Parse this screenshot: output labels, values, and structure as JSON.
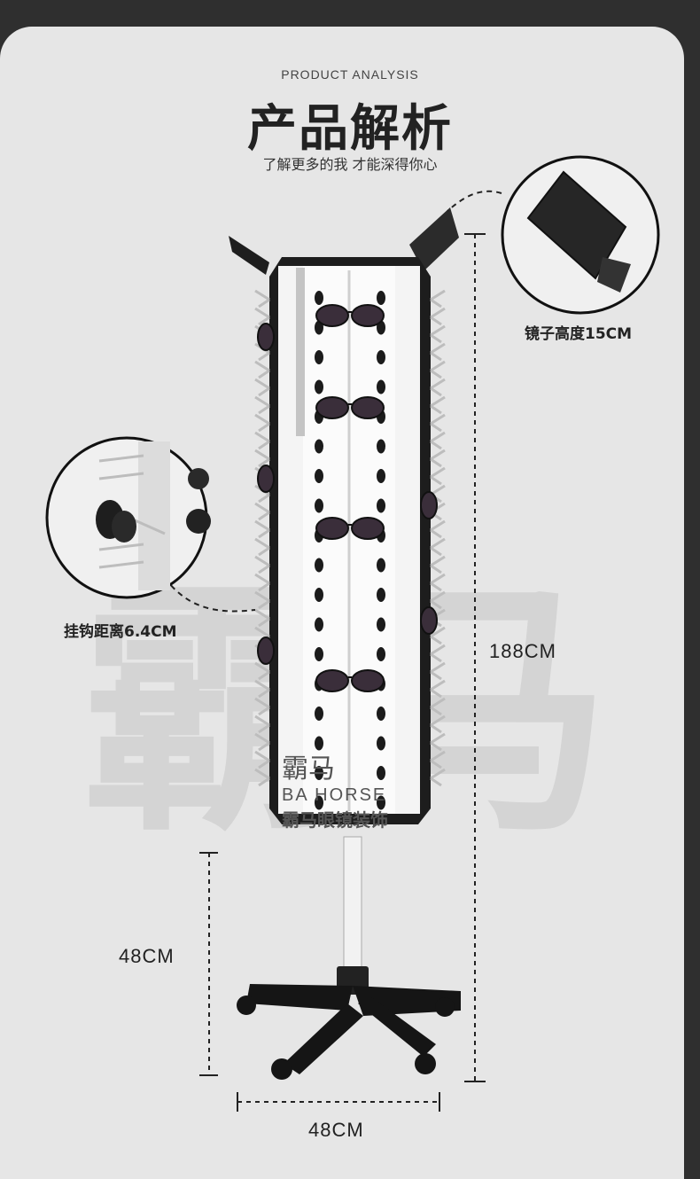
{
  "header": {
    "eyebrow": "PRODUCT ANALYSIS",
    "title": "产品解析",
    "subtitle": "了解更多的我 才能深得你心"
  },
  "callouts": {
    "mirror_label": "镜子高度15CM",
    "hook_label": "挂钩距离6.4CM"
  },
  "dimensions": {
    "total_height": "188CM",
    "base_height": "48CM",
    "base_width": "48CM"
  },
  "branding": {
    "logo_cn": "霸马",
    "logo_en": "BA HORSE",
    "logo_tagline": "霸马眼镜装饰",
    "watermark": "霸马"
  },
  "colors": {
    "background_outer": "#2f2f2f",
    "card": "#e6e6e6",
    "panel": "#f4f4f4",
    "frame": "#1d1d1d"
  }
}
